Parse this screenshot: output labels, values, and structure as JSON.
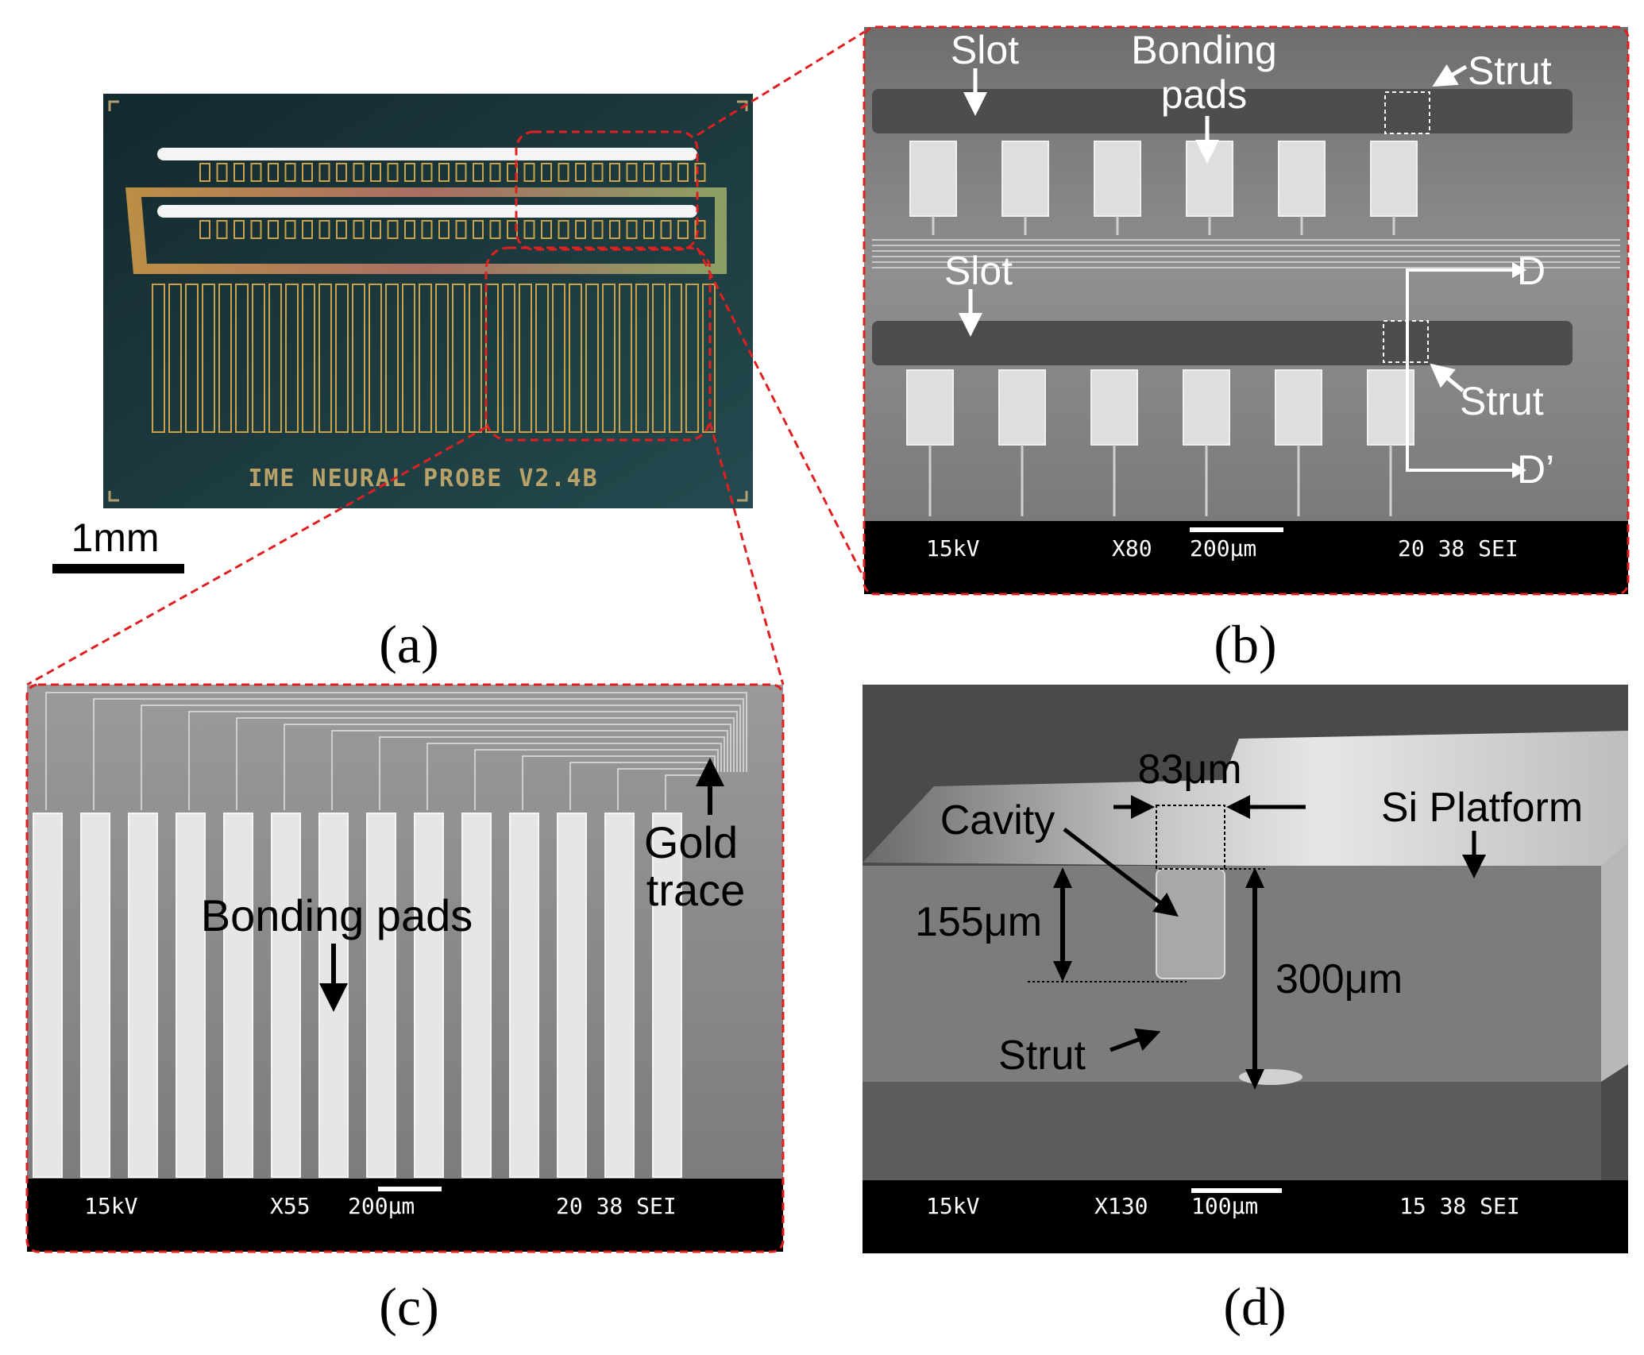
{
  "panel_a": {
    "chip_label": "IME NEURAL PROBE V2.4B",
    "scale_bar_label": "1mm",
    "caption": "(a)"
  },
  "panel_b": {
    "labels": {
      "slot_top": "Slot",
      "slot_mid": "Slot",
      "bonding_pads": [
        "Bonding",
        "pads"
      ],
      "strut_top": "Strut",
      "strut_bottom": "Strut",
      "section_d": "D",
      "section_d_prime": "D’"
    },
    "sem_bar": {
      "voltage": "15kV",
      "magnification": "X80",
      "scale": "200μm",
      "info": "20 38 SEI"
    },
    "caption": "(b)"
  },
  "panel_c": {
    "labels": {
      "bonding_pads": "Bonding pads",
      "gold_trace": [
        "Gold",
        "trace"
      ]
    },
    "sem_bar": {
      "voltage": "15kV",
      "magnification": "X55",
      "scale": "200μm",
      "info": "20 38 SEI"
    },
    "caption": "(c)"
  },
  "panel_d": {
    "labels": {
      "width": "83μm",
      "cavity": "Cavity",
      "si_platform": "Si Platform",
      "depth": "155μm",
      "thickness": "300μm",
      "strut": "Strut"
    },
    "sem_bar": {
      "voltage": "15kV",
      "magnification": "X130",
      "scale": "100μm",
      "info": "15 38 SEI"
    },
    "caption": "(d)"
  },
  "colors": {
    "highlight_box": "#e02020",
    "sem_background": "#8a8a8a",
    "chip_substrate": "#1c3a3e",
    "gold": "#c9a24a",
    "annotation_white": "#ffffff",
    "annotation_black": "#000000"
  }
}
